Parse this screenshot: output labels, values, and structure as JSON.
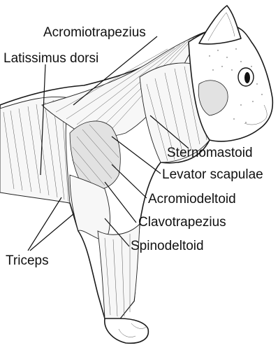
{
  "figure": {
    "subject": "cat-anatomy-muscles",
    "labels": [
      {
        "key": "acromiotrapezius",
        "text": "Acromiotrapezius"
      },
      {
        "key": "latissimus_dorsi",
        "text": "Latissimus dorsi"
      },
      {
        "key": "sternomastoid",
        "text": "Sternomastoid"
      },
      {
        "key": "levator_scapulae",
        "text": "Levator scapulae"
      },
      {
        "key": "acromiodeltoid",
        "text": "Acromiodeltoid"
      },
      {
        "key": "clavotrapezius",
        "text": "Clavotrapezius"
      },
      {
        "key": "spinodeltoid",
        "text": "Spinodeltoid"
      },
      {
        "key": "triceps",
        "text": "Triceps"
      }
    ]
  }
}
